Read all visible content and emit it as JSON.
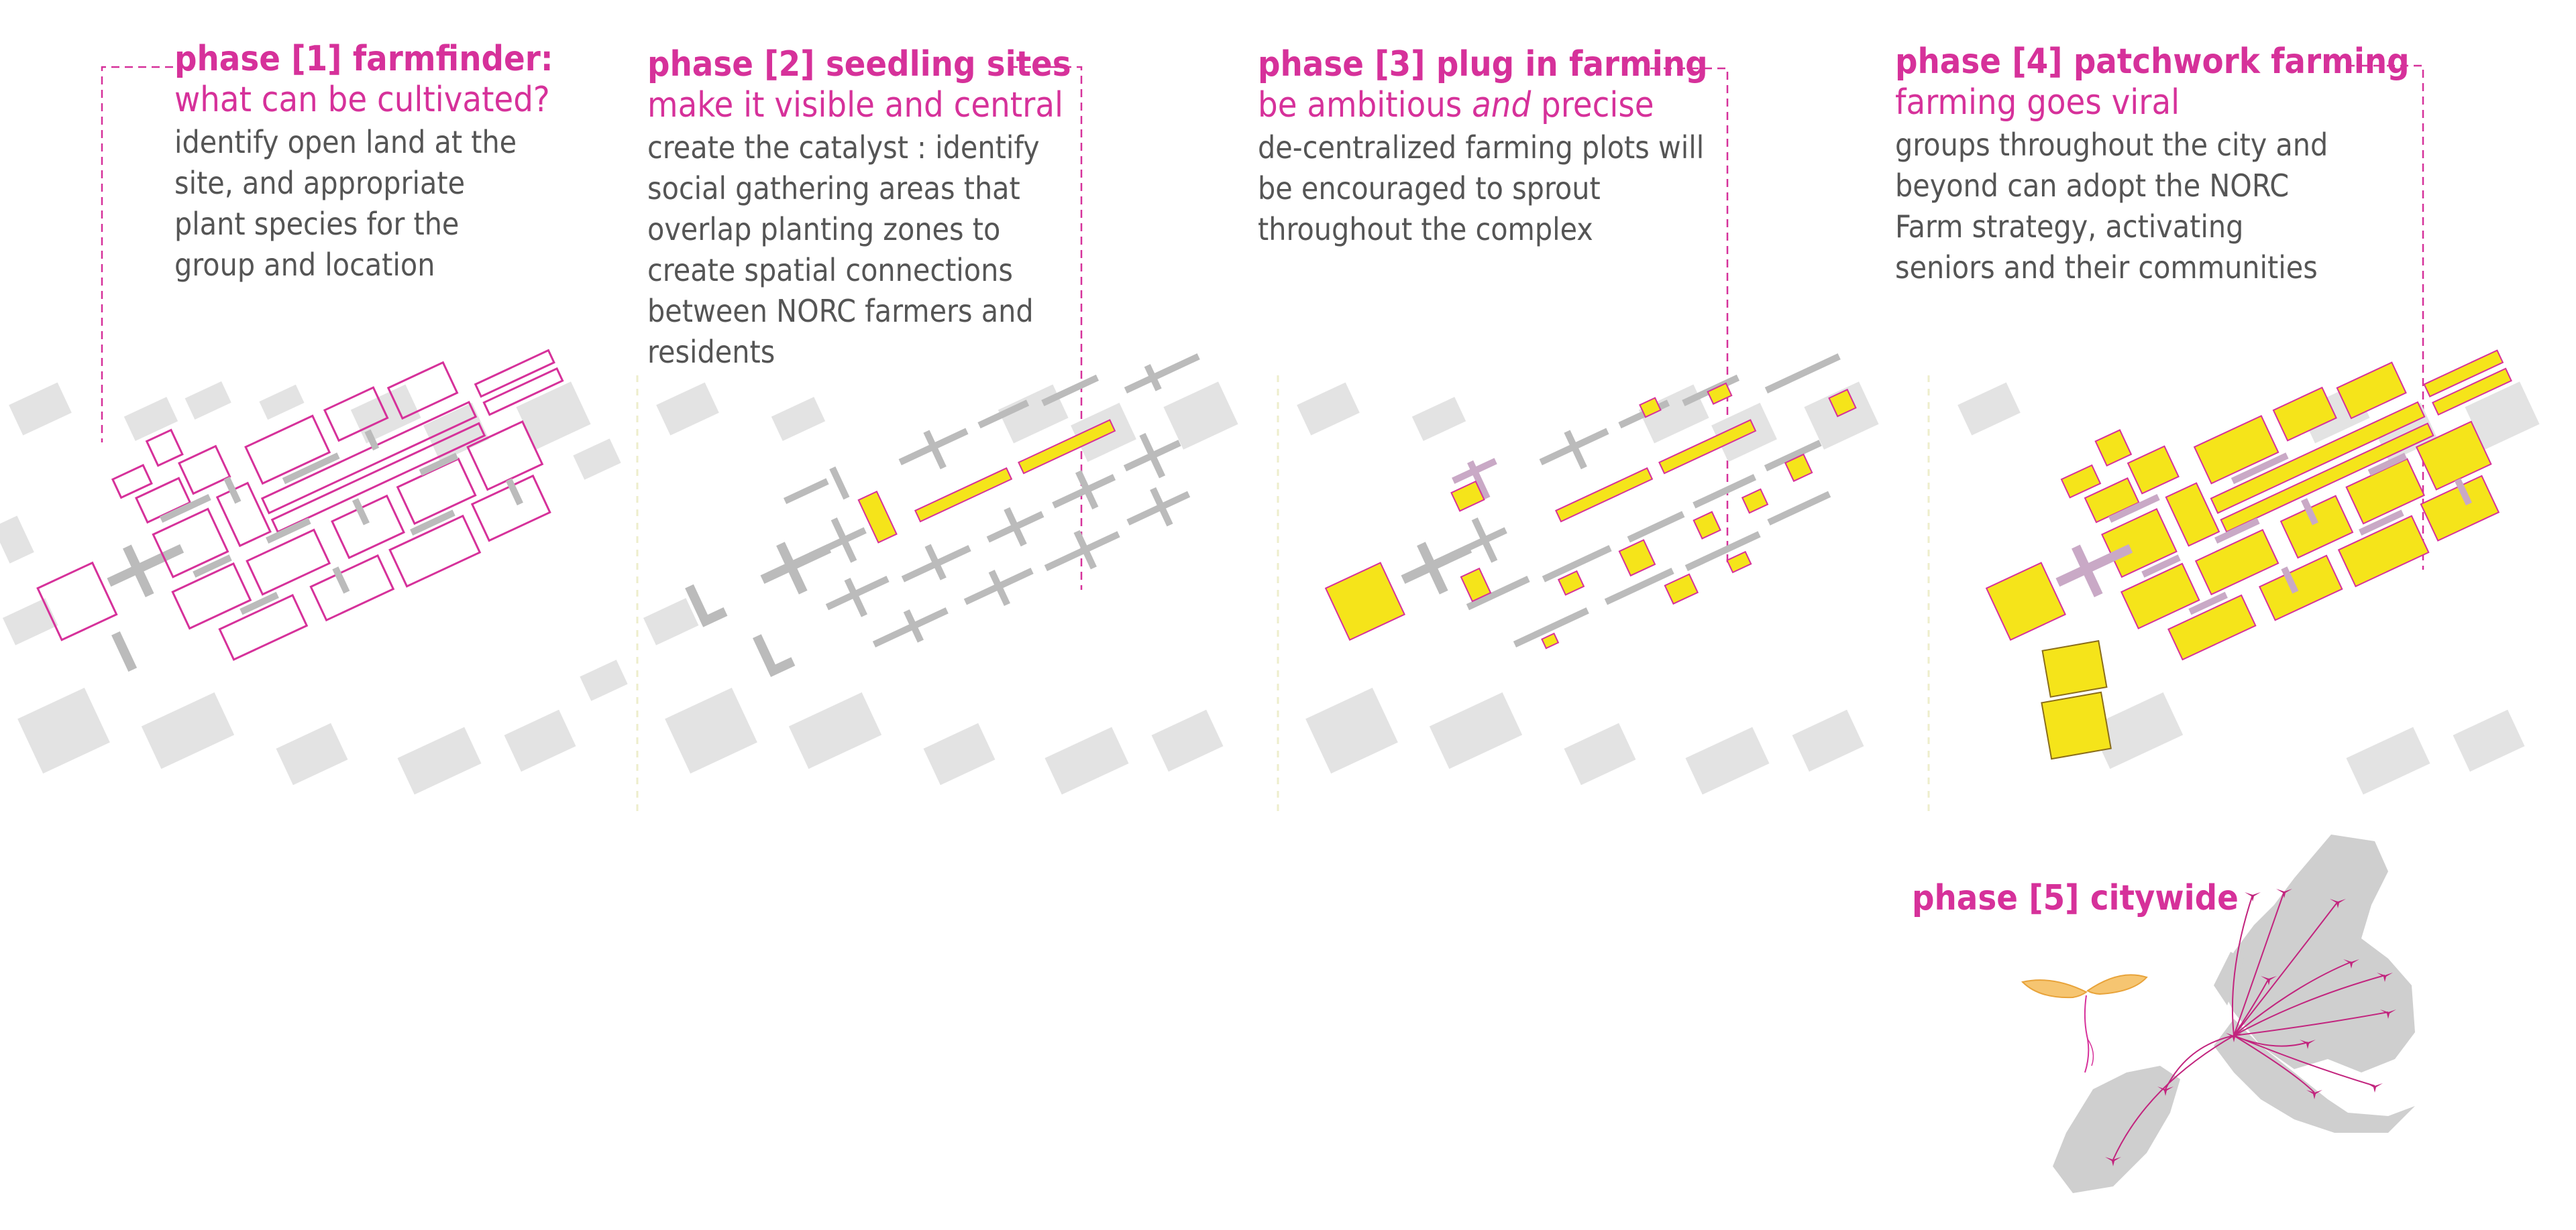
{
  "colors": {
    "accent": "#d6319a",
    "farm_fill": "#f5e41a",
    "building_gray": "#b8b8b8",
    "context_gray": "#e2e2e2",
    "body_text": "#555555"
  },
  "phases": [
    {
      "title": "phase [1] farmfinder:",
      "subtitle": "what can be cultivated?",
      "body": [
        "identify open land at the",
        "site, and appropriate",
        "plant species for the",
        "group and location"
      ]
    },
    {
      "title": "phase [2] seedling sites",
      "subtitle": "make it visible and central",
      "body": [
        "create the catalyst : identify",
        "social gathering areas that",
        "overlap planting zones to",
        "create spatial connections",
        "between NORC farmers and",
        "residents"
      ]
    },
    {
      "title": "phase [3] plug in farming",
      "subtitle_pre": "be ambitious ",
      "subtitle_em": "and",
      "subtitle_post": " precise",
      "body": [
        "de-centralized farming plots will",
        "be encouraged to sprout",
        "throughout the complex"
      ]
    },
    {
      "title": "phase [4] patchwork farming",
      "subtitle": "farming goes viral",
      "body": [
        "groups throughout the city and",
        "beyond can adopt the NORC",
        "Farm strategy, activating",
        "seniors and their communities"
      ]
    },
    {
      "title": "phase [5] citywide"
    }
  ],
  "icons": {
    "seedling": "seedling-sprout-icon",
    "farm_marker": "farm-marker-icon",
    "city_map": "nyc-map-icon"
  }
}
